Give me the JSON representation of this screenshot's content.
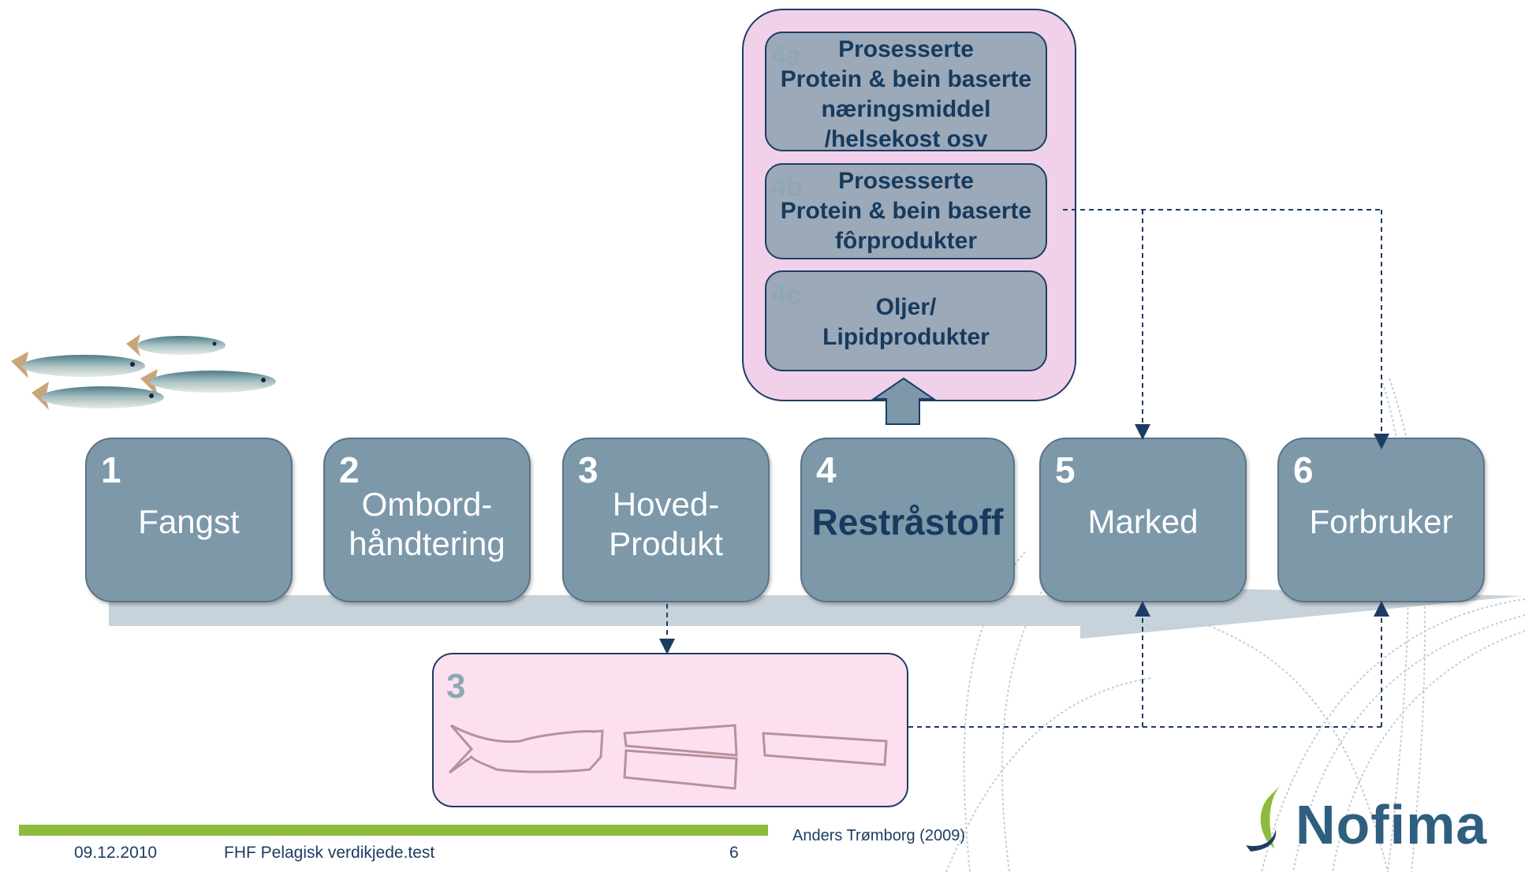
{
  "stages": [
    {
      "number": "1",
      "label": "Fangst"
    },
    {
      "number": "2",
      "label_line1": "Ombord-",
      "label_line2": "håndtering"
    },
    {
      "number": "3",
      "label_line1": "Hoved-",
      "label_line2": "Produkt"
    },
    {
      "number": "4",
      "label": "Restråstoff"
    },
    {
      "number": "5",
      "label": "Marked"
    },
    {
      "number": "6",
      "label": "Forbruker"
    }
  ],
  "processed": {
    "a": {
      "tag": "4a",
      "lines": [
        "Prosesserte",
        "Protein & bein baserte",
        "næringsmiddel",
        "/helsekost osv"
      ]
    },
    "b": {
      "tag": "4b",
      "lines": [
        "Prosesserte",
        "Protein & bein baserte",
        "fôrprodukter"
      ]
    },
    "c": {
      "tag": "4c",
      "lines": [
        "Oljer/",
        "Lipidprodukter"
      ]
    }
  },
  "main_product_box": {
    "tag": "3"
  },
  "footer": {
    "date": "09.12.2010",
    "title": "FHF Pelagisk verdikjede.test",
    "page": "6",
    "credit": "Anders Trømborg (2009)"
  },
  "logo": {
    "text": "Nofima"
  },
  "colors": {
    "stage_fill": "#7c98a9",
    "pink_outer": "#f1d0ea",
    "sub_fill": "#9ba9b8",
    "navy": "#1c3d63",
    "green_bar": "#8dbb3d"
  }
}
